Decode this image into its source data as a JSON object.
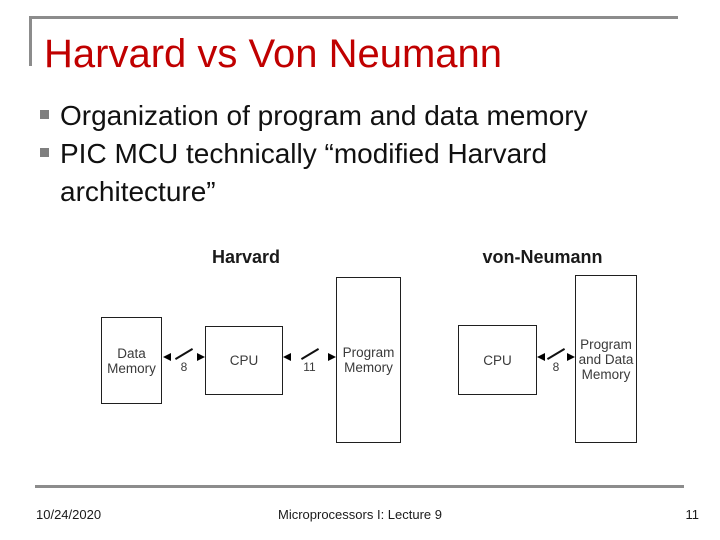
{
  "title": "Harvard vs Von Neumann",
  "bullets": [
    {
      "text": "Organization of program and data memory"
    },
    {
      "text": "PIC MCU technically “modified Harvard architecture”"
    }
  ],
  "diagram": {
    "harvard": {
      "title": "Harvard",
      "data_memory_label": "Data Memory",
      "cpu_label": "CPU",
      "program_memory_label": "Program Memory",
      "data_bus_width": "8",
      "program_bus_width": "11"
    },
    "von_neumann": {
      "title": "von-Neumann",
      "cpu_label": "CPU",
      "memory_label": "Program and Data Memory",
      "bus_width": "8"
    }
  },
  "footer": {
    "date": "10/24/2020",
    "course": "Microprocessors I: Lecture 9",
    "page_number": "11"
  },
  "colors": {
    "title_red": "#c00000",
    "line_gray": "#8c8c8c",
    "bullet_gray": "#7f7f7f"
  }
}
